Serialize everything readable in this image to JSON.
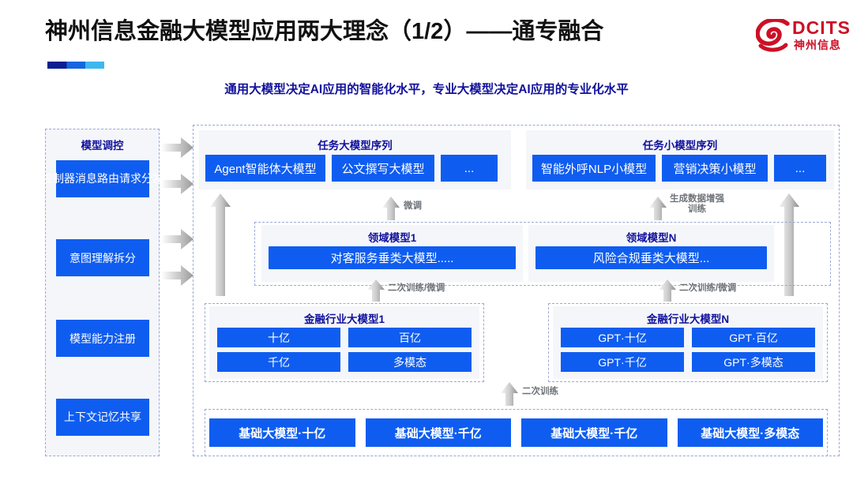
{
  "header": {
    "title": "神州信息金融大模型应用两大理念（1/2）——通专融合",
    "subtitle": "通用大模型决定AI应用的智能化水平，专业大模型决定AI应用的专业化水平",
    "logo_en": "DCITS",
    "logo_cn": "神州信息",
    "brand_color": "#cc1026",
    "accent_blue": "#0f5df0",
    "title_blue": "#11119c"
  },
  "control_column": {
    "title": "模型调控",
    "items": [
      {
        "label": "控制器消息路由请求分发"
      },
      {
        "label": "意图理解拆分"
      },
      {
        "label": "模型能力注册"
      },
      {
        "label": "上下文记忆共享"
      }
    ]
  },
  "task_big": {
    "title": "任务大模型序列",
    "chips": [
      "Agent智能体大模型",
      "公文撰写大模型",
      "..."
    ]
  },
  "task_small": {
    "title": "任务小模型序列",
    "chips": [
      "智能外呼NLP小模型",
      "营销决策小模型",
      "..."
    ]
  },
  "domain_models": [
    {
      "title": "领域模型1",
      "chip": "对客服务垂类大模型....."
    },
    {
      "title": "领域模型N",
      "chip": "风险合规垂类大模型..."
    }
  ],
  "industry_models": [
    {
      "title": "金融行业大模型1",
      "chips": [
        "十亿",
        "百亿",
        "千亿",
        "多模态"
      ]
    },
    {
      "title": "金融行业大模型N",
      "chips": [
        "GPT·十亿",
        "GPT·百亿",
        "GPT·千亿",
        "GPT·多模态"
      ]
    }
  ],
  "base_models": [
    "基础大模型·十亿",
    "基础大模型·千亿",
    "基础大模型·千亿",
    "基础大模型·多模态"
  ],
  "flow_labels": {
    "finetune": "微调",
    "data_aug": "生成数据增强\n训练",
    "retrain_finetune_left": "二次训练/微调",
    "retrain_finetune_right": "二次训练/微调",
    "retrain": "二次训练"
  }
}
